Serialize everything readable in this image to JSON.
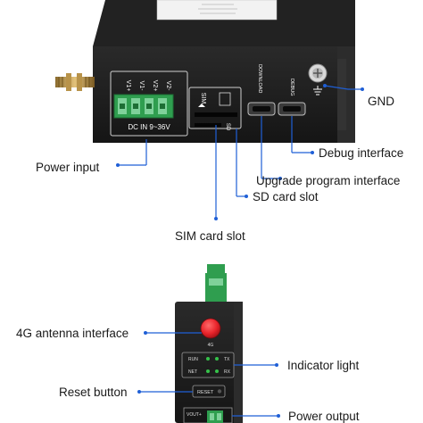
{
  "diagram": {
    "callouts": {
      "gnd": "GND",
      "debug_interface": "Debug interface",
      "upgrade_interface": "Upgrade program interface",
      "sd_card_slot": "SD card slot",
      "power_input": "Power input",
      "sim_card_slot": "SIM card slot",
      "antenna_4g": "4G antenna interface",
      "indicator_light": "Indicator light",
      "reset_button": "Reset button",
      "power_output": "Power output"
    },
    "device_top": {
      "terminal_pins": [
        "V1+",
        "V1-",
        "V2+",
        "V2-"
      ],
      "terminal_caption": "DC IN 9~36V",
      "sim_label": "SIM",
      "sd_label": "SD",
      "download_port_label": "DOWNLOAD",
      "debug_port_label": "DEBUG"
    },
    "device_side": {
      "led_labels": [
        "RUN",
        "TX",
        "NET",
        "RX"
      ],
      "reset_label": "RESET",
      "vout_label": "VOUT+",
      "antenna_caption": "4G"
    },
    "colors": {
      "callout_line": "#1f5fd6",
      "device_body": "#1d1d1d",
      "terminal_green": "#2f9e4f",
      "antenna_red": "#e8242b",
      "led_green": "#35c24a"
    }
  }
}
